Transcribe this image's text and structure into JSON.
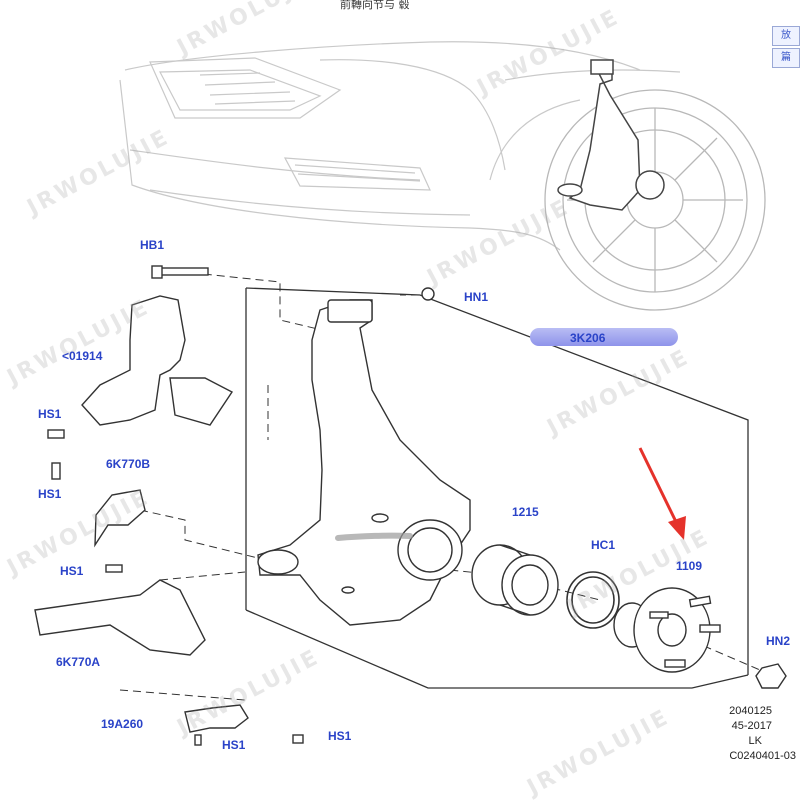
{
  "header": {
    "title": "前轉向节与 毂"
  },
  "side_buttons": [
    {
      "label": "放"
    },
    {
      "label": "篇"
    }
  ],
  "watermark": "JRWOLUJIE",
  "labels": {
    "hb1": "HB1",
    "hn1": "HN1",
    "l01914": "<01914",
    "l3k206": "3K206",
    "hs1_a": "HS1",
    "hs1_b": "HS1",
    "l6k770b": "6K770B",
    "l1215": "1215",
    "hc1": "HC1",
    "l1109": "1109",
    "hs1_c": "HS1",
    "hn2": "HN2",
    "l6k770a": "6K770A",
    "l19a260": "19A260",
    "hs1_d": "HS1",
    "hs1_e": "HS1"
  },
  "footer": {
    "line1": "2040125",
    "line2": "45-2017",
    "line3": "LK",
    "line4": "C0240401-03"
  },
  "colors": {
    "label_blue": "#2a43c8",
    "arrow_red": "#e5322b",
    "highlight": "#9aa0ee",
    "line": "#333333"
  }
}
